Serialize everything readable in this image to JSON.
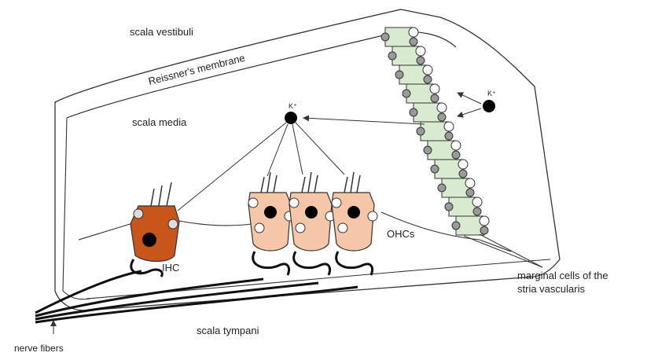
{
  "diagram": {
    "labels": {
      "scala_vestibuli": "scala vestibuli",
      "reissners_membrane": "Reissner's membrane",
      "scala_media": "scala media",
      "ihc": "IHC",
      "ohcs": "OHCs",
      "marginal_cells_line1": "marginal cells of the",
      "marginal_cells_line2": "stria vascularis",
      "scala_tympani": "scala tympani",
      "nerve_fibers": "nerve fibers",
      "potassium_symbol_center": "K⁺",
      "potassium_symbol_right": "K⁺"
    },
    "colors": {
      "ihc_fill": "#c8561a",
      "ohc_fill": "#f5c7a8",
      "stria_fill": "#d8ebd0",
      "outline": "#333333",
      "nucleus": "#000000",
      "grey_cell": "#9a9a9a"
    }
  }
}
